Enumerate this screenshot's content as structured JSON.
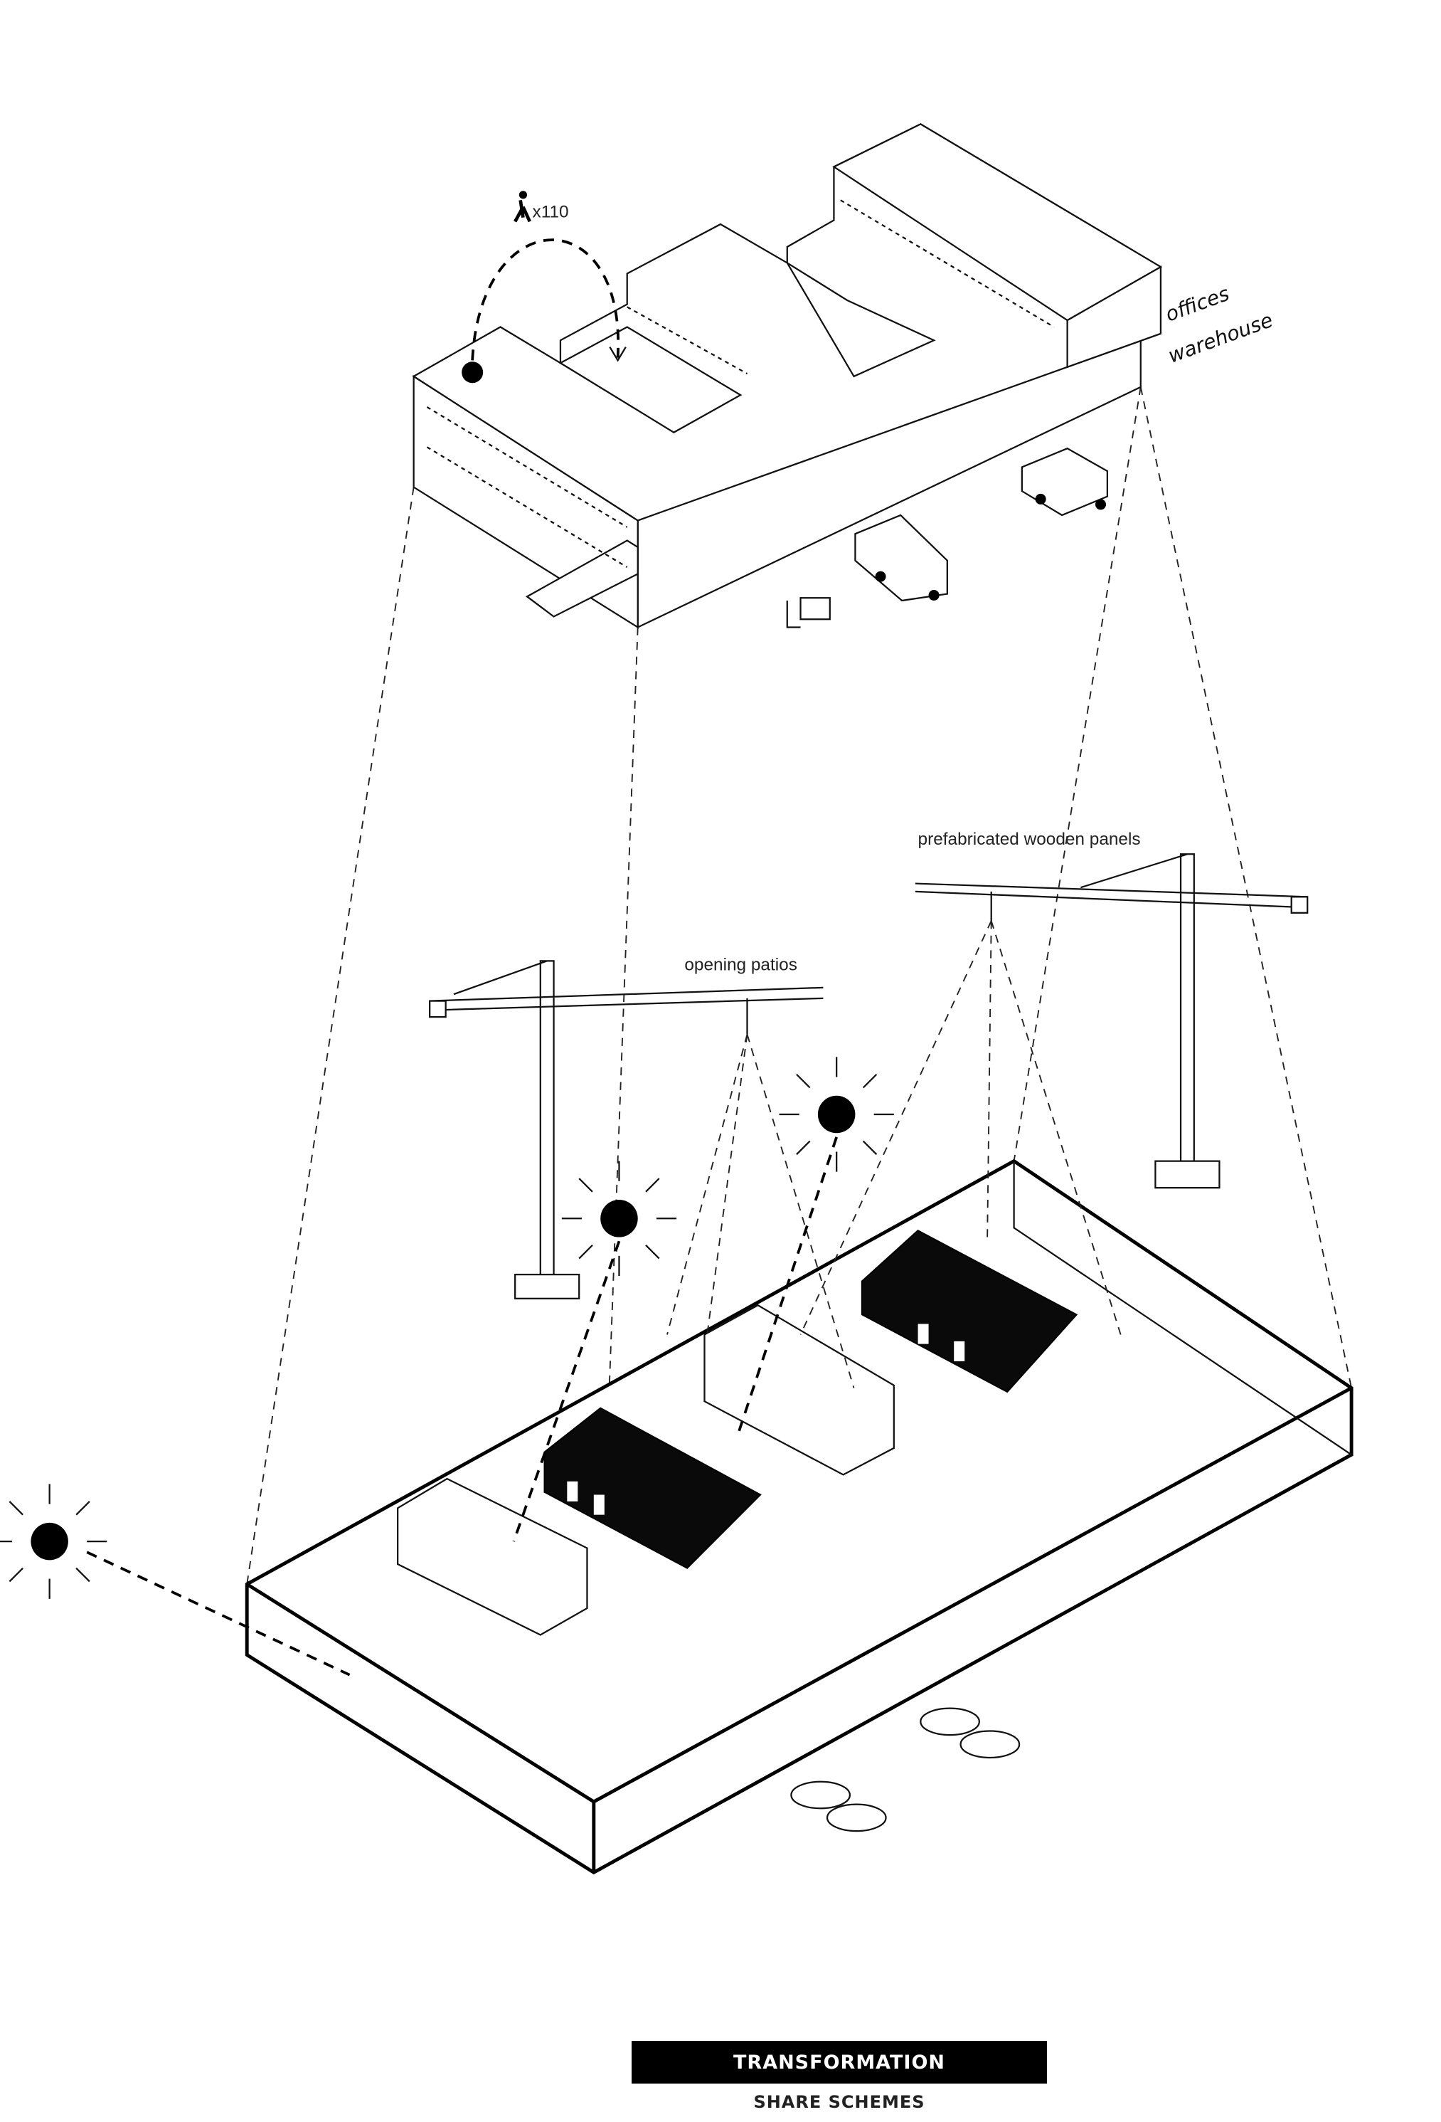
{
  "annotations": {
    "people_count": "x110",
    "offices": "offices",
    "warehouse": "warehouse",
    "opening_patios": "opening patios",
    "prefab_panels": "prefabricated wooden panels"
  },
  "caption": {
    "title": "TRANSFORMATION",
    "subtitle": "SHARE SCHEMES"
  }
}
